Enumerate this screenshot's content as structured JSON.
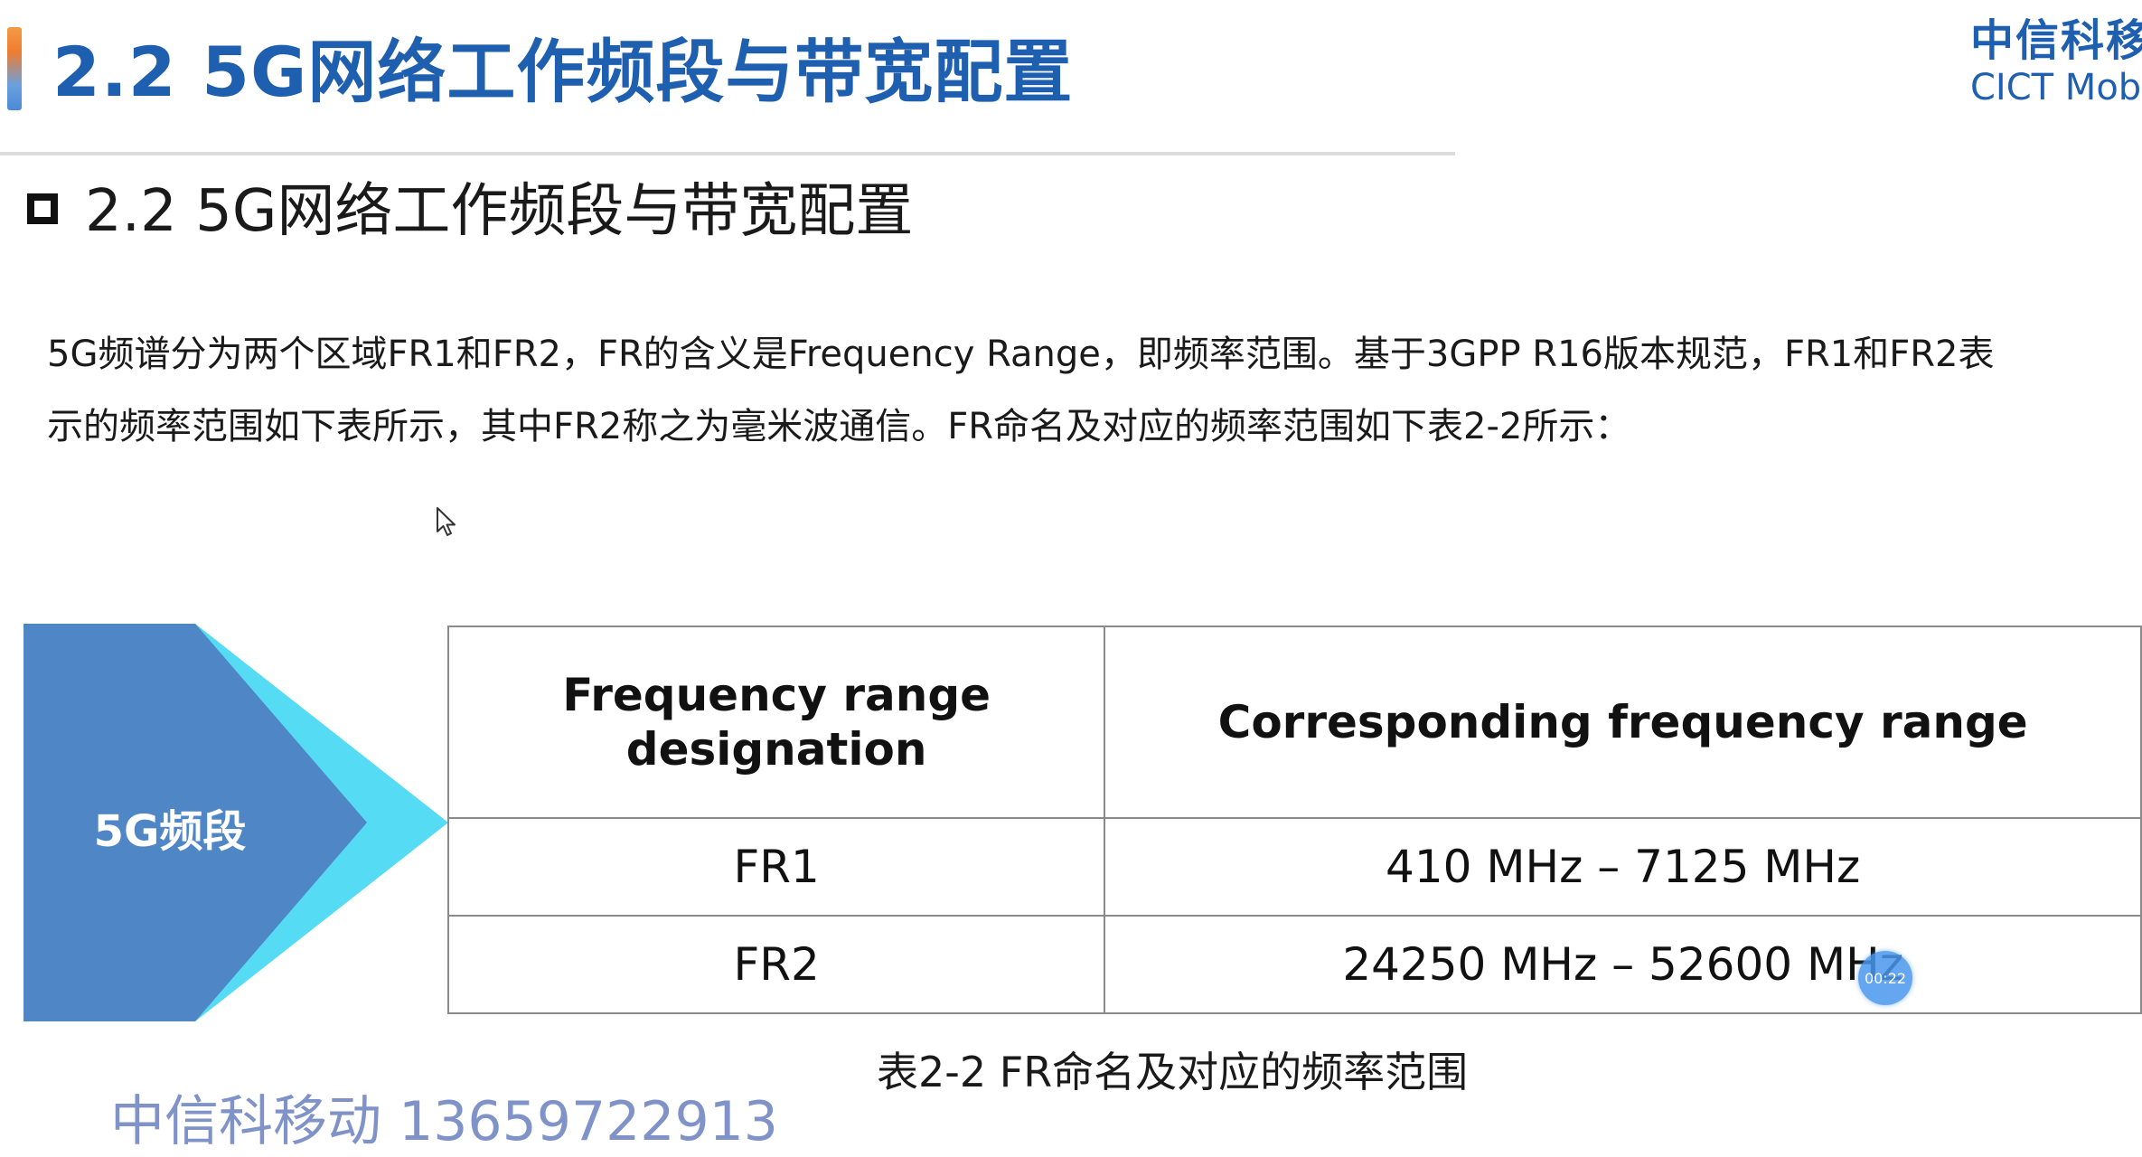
{
  "header": {
    "title": "2.2 5G网络工作频段与带宽配置",
    "logo_cn": "中信科移",
    "logo_en": "CICT Mob"
  },
  "section": {
    "heading": "2.2 5G网络工作频段与带宽配置"
  },
  "paragraph": {
    "line1": "5G频谱分为两个区域FR1和FR2，FR的含义是Frequency Range，即频率范围。基于3GPP R16版本规范，FR1和FR2表",
    "line2": "示的频率范围如下表所示，其中FR2称之为毫米波通信。FR命名及对应的频率范围如下表2-2所示："
  },
  "graphic": {
    "label": "5G频段",
    "colors": {
      "main": "#4f86c6",
      "accent": "#55dbf3"
    }
  },
  "table": {
    "headers": [
      "Frequency range designation",
      "Corresponding frequency range"
    ],
    "header_lines": {
      "col1_line1": "Frequency range",
      "col1_line2": "designation",
      "col2": "Corresponding frequency range"
    },
    "rows": [
      {
        "designation": "FR1",
        "range": "410 MHz – 7125 MHz"
      },
      {
        "designation": "FR2",
        "range": "24250 MHz – 52600 MHz"
      }
    ]
  },
  "recording_badge": {
    "time": "00:22"
  },
  "caption": "表2-2  FR命名及对应的频率范围",
  "watermark": "中信科移动 13659722913",
  "colors": {
    "title_blue": "#1f5fb0",
    "watermark": "#7a8ec6",
    "badge": "#4a96ee"
  }
}
